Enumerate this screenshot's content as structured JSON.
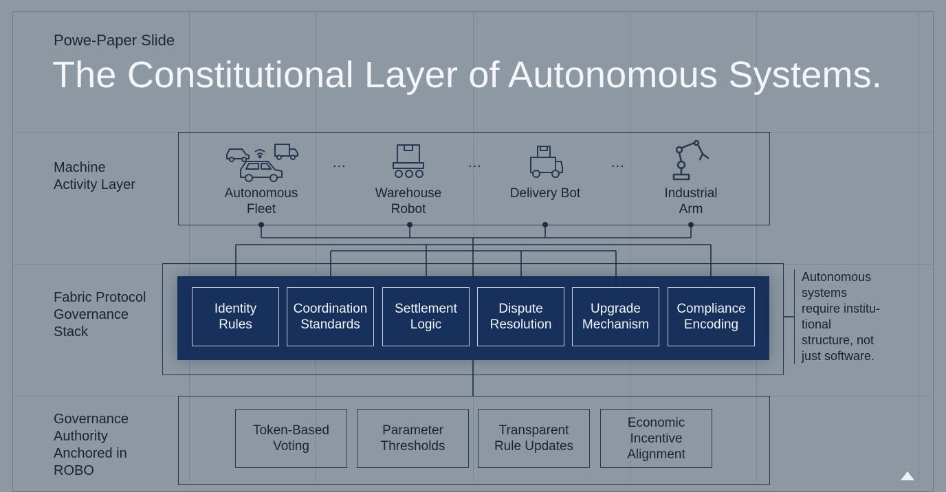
{
  "slide": {
    "subtitle": "Powe-Paper Slide",
    "title": "The Constitutional Layer of Autonomous Systems."
  },
  "layers": {
    "machine": "Machine\nActivity Layer",
    "fabric": "Fabric Protocol\nGovernance\nStack",
    "authority": "Governance\nAuthority\nAnchored in\nROBO"
  },
  "machines": [
    {
      "label": "Autonomous\nFleet",
      "icon": "vehicle-fleet-icon"
    },
    {
      "label": "Warehouse\nRobot",
      "icon": "warehouse-robot-icon"
    },
    {
      "label": "Delivery Bot",
      "icon": "delivery-bot-icon"
    },
    {
      "label": "Industrial\nArm",
      "icon": "industrial-arm-icon"
    }
  ],
  "ellipsis": "...",
  "modules": [
    "Identity\nRules",
    "Coordination\nStandards",
    "Settlement\nLogic",
    "Dispute\nResolution",
    "Upgrade\nMechanism",
    "Compliance\nEncoding"
  ],
  "authority_items": [
    "Token-Based\nVoting",
    "Parameter\nThresholds",
    "Transparent\nRule Updates",
    "Economic\nIncentive\nAlignment"
  ],
  "note": "Autonomous\nsystems\nrequire institu-\ntional\nstructure, not\njust software.",
  "colors": {
    "background": "#8e98a2",
    "stack_panel": "#17305c",
    "line": "#2a3650",
    "title": "#f3f5f8"
  }
}
